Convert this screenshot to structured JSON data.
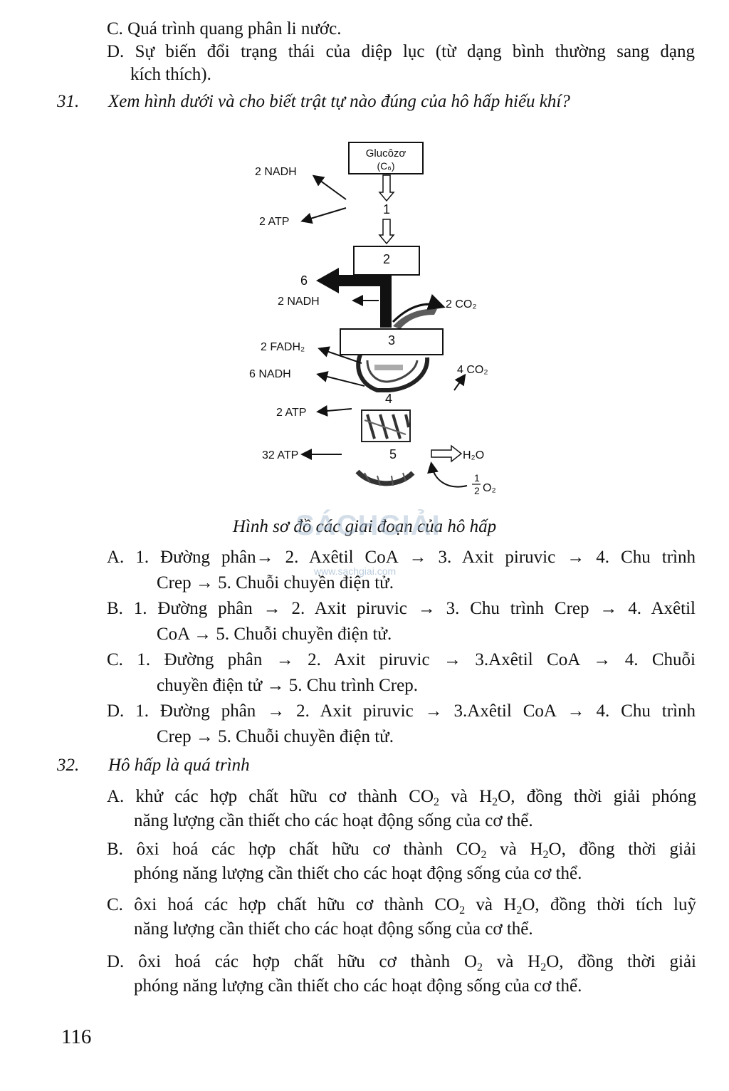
{
  "prev_question": {
    "optC": "C. Quá trình quang phân li nước.",
    "optD_line1": "D. Sự biến đổi trạng thái của diệp lục (từ dạng bình thường sang dạng",
    "optD_line2": "kích thích)."
  },
  "q31": {
    "number": "31.",
    "prompt": "Xem hình dưới và cho biết trật tự nào đúng của hô hấp hiếu khí?",
    "diagram": {
      "glucose_line1": "Glucôzơ",
      "glucose_line2": "(C₆)",
      "step1": "1",
      "step2": "2",
      "step3": "3",
      "step4": "4",
      "step5": "5",
      "step6": "6",
      "nadh_2a": "2 NADH",
      "atp_2a": "2 ATP",
      "nadh_2b": "2 NADH",
      "co2_2": "2 CO₂",
      "fadh2": "2 FADH₂",
      "nadh_6": "6 NADH",
      "co2_4": "4 CO₂",
      "atp_2b": "2 ATP",
      "atp_32": "32 ATP",
      "h2o": "H₂O",
      "o2_frac_num": "1",
      "o2_frac_den": "2",
      "o2": "O₂"
    },
    "caption": "Hình sơ đồ các giai đoạn của hô hấp",
    "options": {
      "A1": "A. 1. Đường phân→ 2. Axêtil CoA → 3. Axit piruvic → 4. Chu trình",
      "A2": "Crep → 5. Chuỗi chuyền điện tử.",
      "B1": "B. 1. Đường phân → 2. Axit piruvic → 3. Chu trình Crep → 4. Axêtil",
      "B2": "CoA → 5. Chuỗi chuyền điện tử.",
      "C1": "C. 1. Đường phân → 2. Axit piruvic → 3.Axêtil CoA → 4. Chuỗi",
      "C2": "chuyền điện tử → 5. Chu trình Crep.",
      "D1": "D. 1. Đường phân → 2. Axit piruvic → 3.Axêtil CoA → 4. Chu trình",
      "D2": "Crep → 5. Chuỗi chuyền điện tử."
    }
  },
  "watermark": {
    "brand": "SÁCHGIẢI",
    "url": "www.sachgiai.com"
  },
  "q32": {
    "number": "32.",
    "prompt": "Hô hấp là quá trình",
    "A_pre": "A. khử các hợp chất hữu cơ thành CO",
    "A_mid": " và H",
    "A_post": "O, đồng thời giải phóng",
    "A2": "năng lượng cần thiết cho các hoạt động sống của cơ thể.",
    "B_pre": "B. ôxi hoá các hợp chất hữu cơ thành CO",
    "B_mid": " và H",
    "B_post": "O, đồng thời giải",
    "B2": "phóng năng lượng cần thiết cho các hoạt động sống của cơ thể.",
    "C_pre": "C. ôxi hoá các hợp chất hữu cơ thành CO",
    "C_mid": " và H",
    "C_post": "O, đồng thời tích luỹ",
    "C2": "năng lượng cần thiết cho các hoạt động sống của cơ thể.",
    "D_pre": "D. ôxi hoá các hợp chất hữu cơ thành O",
    "D_mid": " và H",
    "D_post": "O, đồng thời giải",
    "D2": "phóng năng lượng cần thiết cho các hoạt động sống của cơ thể.",
    "sub2": "2"
  },
  "page_number": "116"
}
